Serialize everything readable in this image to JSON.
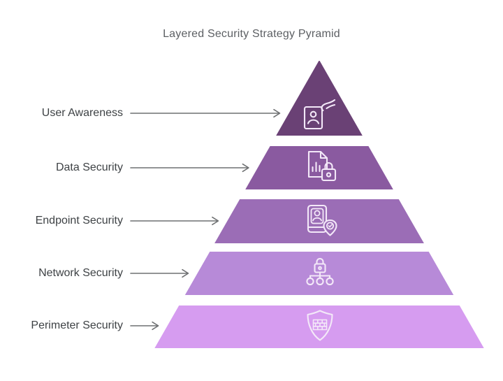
{
  "title": "Layered Security Strategy Pyramid",
  "colors": {
    "background": "#ffffff",
    "title_text": "#5c5f63",
    "label_text": "#3e4245",
    "arrow": "#6e7072",
    "icon_stroke": "#f3e8f8"
  },
  "pyramid": {
    "layers": [
      {
        "label": "User Awareness",
        "color": "#6a4175",
        "icon": "hand-id-badge-icon"
      },
      {
        "label": "Data Security",
        "color": "#8a5aa0",
        "icon": "document-chart-lock-icon"
      },
      {
        "label": "Endpoint Security",
        "color": "#9b6db6",
        "icon": "mobile-user-location-icon"
      },
      {
        "label": "Network Security",
        "color": "#b78ad8",
        "icon": "network-lock-icon"
      },
      {
        "label": "Perimeter Security",
        "color": "#d69cf0",
        "icon": "shield-brick-wall-icon"
      }
    ]
  }
}
